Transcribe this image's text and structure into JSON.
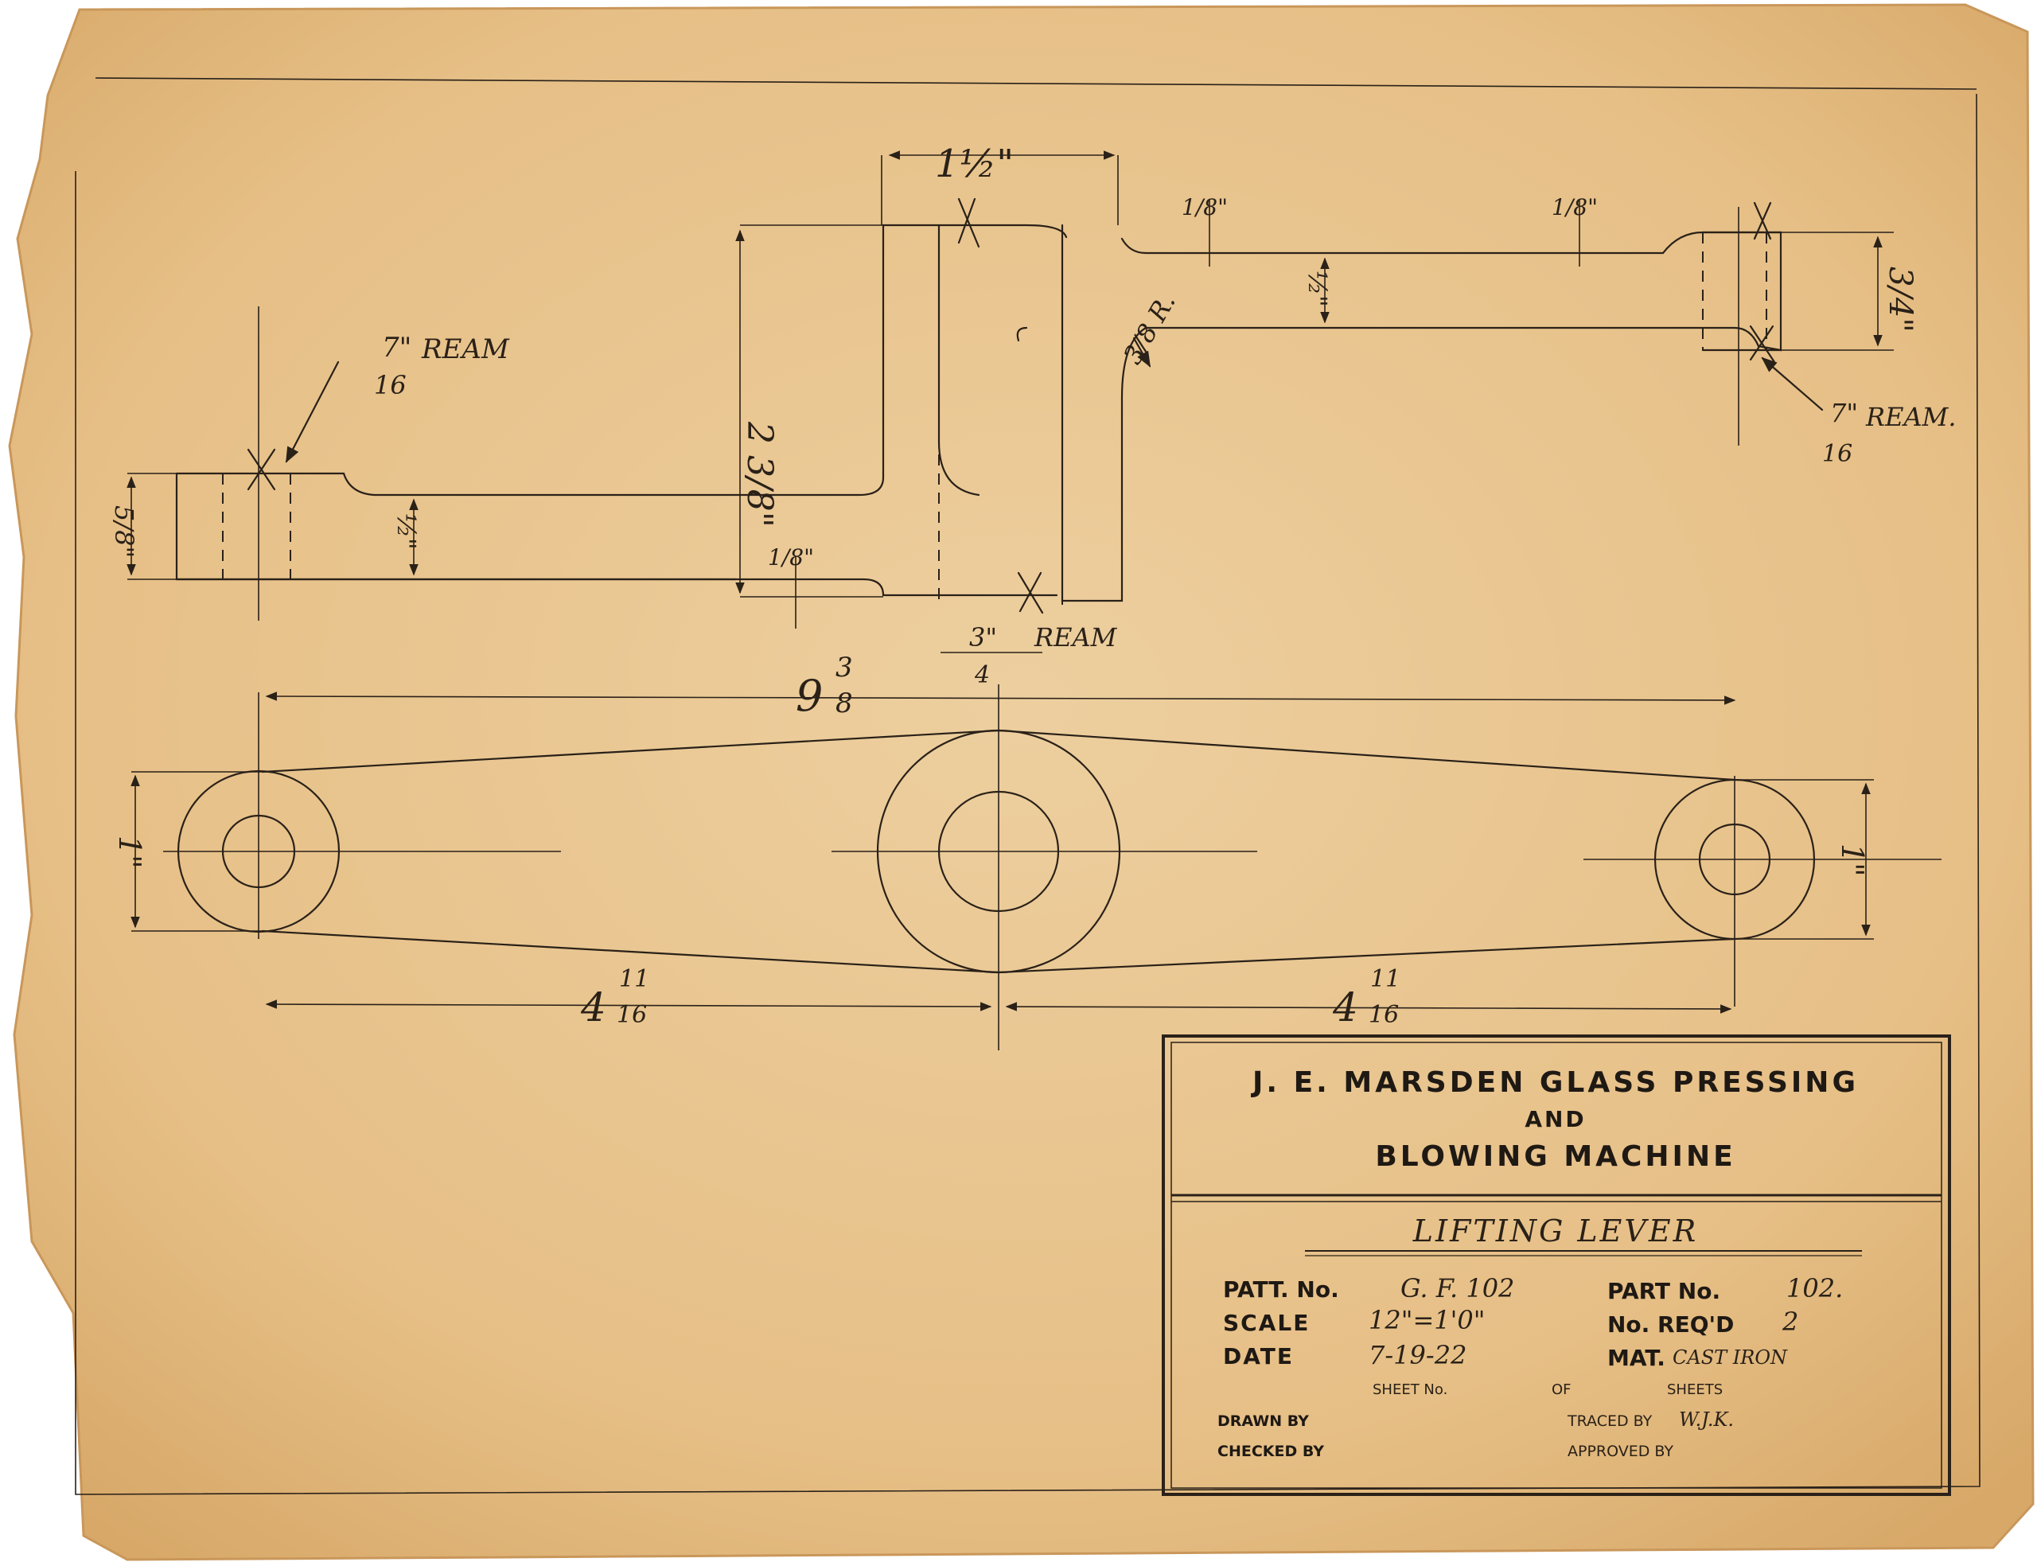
{
  "labels": {
    "ream_left_num": "7\"",
    "ream_left_den": "16",
    "ream_left_word": "REAM",
    "ream_right_num": "7\"",
    "ream_right_den": "16",
    "ream_right_word": "REAM.",
    "ream_center_num": "3\"",
    "ream_center_den": "4",
    "ream_center_word": "REAM",
    "dim_top_width": "1½\"",
    "dim_left_height": "2 3/8\"",
    "dim_left_boss": "5/8\"",
    "dim_arm_left": "½\"",
    "dim_thin_bottom": "1/8\"",
    "dim_thin_top": "1/8\"",
    "dim_thin_right": "1/8\"",
    "dim_arm_right": "½\"",
    "dim_right_boss": "3/4\"",
    "radius": "3/8 R.",
    "overall_length_whole": "9",
    "overall_length_num": "3",
    "overall_length_den": "8",
    "half_left_whole": "4",
    "half_left_num": "11",
    "half_left_den": "16",
    "half_right_whole": "4",
    "half_right_num": "11",
    "half_right_den": "16",
    "dia_left": "1\"",
    "dia_right": "1\""
  },
  "title_block": {
    "company_line1": "J. E. MARSDEN GLASS PRESSING",
    "company_line2": "AND",
    "company_line3": "BLOWING MACHINE",
    "part_name": "LIFTING  LEVER",
    "patt_label": "PATT. No.",
    "patt_value": "G. F.  102",
    "part_label": "PART No.",
    "part_value": "102.",
    "scale_label": "SCALE",
    "scale_value": "12\"=1'0\"",
    "reqd_label": "No. REQ'D",
    "reqd_value": "2",
    "date_label": "DATE",
    "date_value": "7-19-22",
    "mat_label": "MAT.",
    "mat_value": "CAST IRON",
    "sheet_label": "SHEET No.",
    "of_label": "OF",
    "sheets_label": "SHEETS",
    "drawn_label": "DRAWN BY",
    "traced_label": "TRACED BY",
    "traced_value": "W.J.K.",
    "checked_label": "CHECKED BY",
    "approved_label": "APPROVED BY"
  },
  "colors": {
    "paper": "#e8c38e",
    "paper_edge": "#d9ab6e",
    "ink": "#2a2118",
    "background": "#ffffff"
  }
}
